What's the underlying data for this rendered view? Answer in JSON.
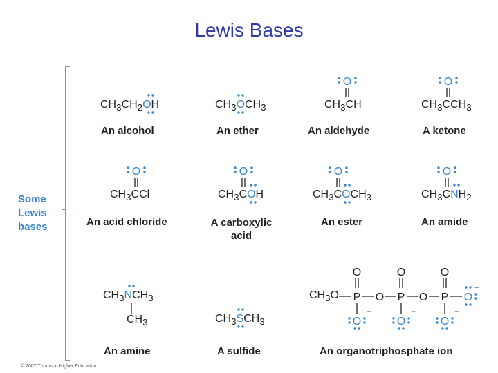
{
  "title": "Lewis Bases",
  "side_label": [
    "Some",
    "Lewis",
    "bases"
  ],
  "row1": {
    "alcohol": {
      "formula": "CH3CH2OH",
      "caption": "An alcohol"
    },
    "ether": {
      "formula": "CH3OCH3",
      "caption": "An ether"
    },
    "aldehyde": {
      "formula": "CH3CH",
      "top_atom": "O",
      "caption": "An aldehyde"
    },
    "ketone": {
      "formula": "CH3CCH3",
      "top_atom": "O",
      "caption": "A ketone"
    }
  },
  "row2": {
    "acid_chloride": {
      "formula": "CH3CCl",
      "top_atom": "O",
      "caption": "An acid chloride"
    },
    "carboxylic_acid": {
      "formula": "CH3COH",
      "top_atom": "O",
      "caption": "A carboxylic acid"
    },
    "ester": {
      "formula": "CH3COCH3",
      "top_atom": "O",
      "caption": "An ester"
    },
    "amide": {
      "formula": "CH3CNH2",
      "top_atom": "O",
      "caption": "An amide"
    }
  },
  "row3": {
    "amine": {
      "formula": "CH3NCH3",
      "sub": "CH3",
      "caption": "An amine"
    },
    "sulfide": {
      "formula": "CH3SCH3",
      "caption": "A sulfide"
    },
    "phosphate": {
      "start": "CH3O",
      "atoms": [
        "P",
        "O",
        "P",
        "O",
        "P",
        "O"
      ],
      "top_atom": "O",
      "bottom_atom": "O",
      "charge": "−",
      "caption": "An organotriphosphate ion"
    }
  },
  "copyright": "© 2007 Thomson Higher Education",
  "colors": {
    "title": "#2f3aa3",
    "accent": "#3b86c9",
    "brace": "#6d9bd2"
  }
}
